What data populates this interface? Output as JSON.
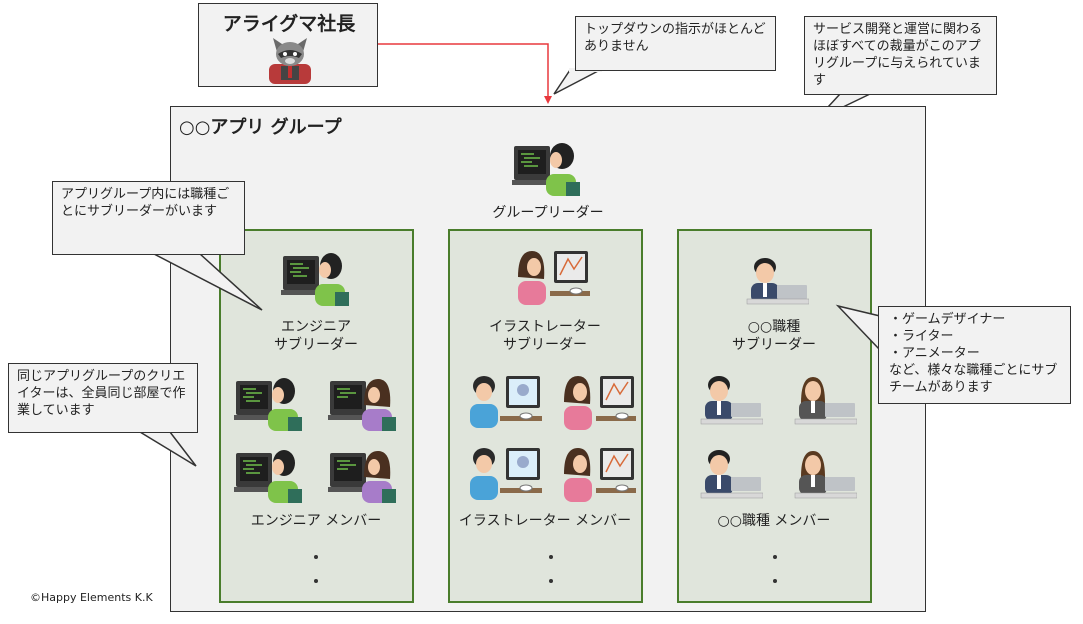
{
  "president": {
    "title": "アライグマ社長"
  },
  "callouts": {
    "top_down": "トップダウンの指示がほとんどありません",
    "authority": "サービス開発と運営に関わるほぼすべての裁量がこのアプリグループに与えられています",
    "sub_leaders": "アプリグループ内には職種ごとにサブリーダーがいます",
    "same_room": "同じアプリグループのクリエイターは、全員同じ部屋で作業しています",
    "other_jobs_lines": [
      "・ゲームデザイナー",
      "・ライター",
      "・アニメーター",
      "など、様々な職種ごとにサブチームがあります"
    ]
  },
  "group": {
    "title": "○○アプリ グループ",
    "leader_label": "グループリーダー"
  },
  "teams": [
    {
      "sub_leader_line1": "エンジニア",
      "sub_leader_line2": "サブリーダー",
      "members_label": "エンジニア メンバー"
    },
    {
      "sub_leader_line1": "イラストレーター",
      "sub_leader_line2": "サブリーダー",
      "members_label": "イラストレーター メンバー"
    },
    {
      "sub_leader_line1": "○○職種",
      "sub_leader_line2": "サブリーダー",
      "members_label": "○○職種 メンバー"
    }
  ],
  "copyright": "©Happy Elements K.K",
  "colors": {
    "team_border": "#4a7d2c",
    "team_fill": "#e0e5dc",
    "panel_fill": "#f2f2f2",
    "connector": "#e8383d"
  }
}
